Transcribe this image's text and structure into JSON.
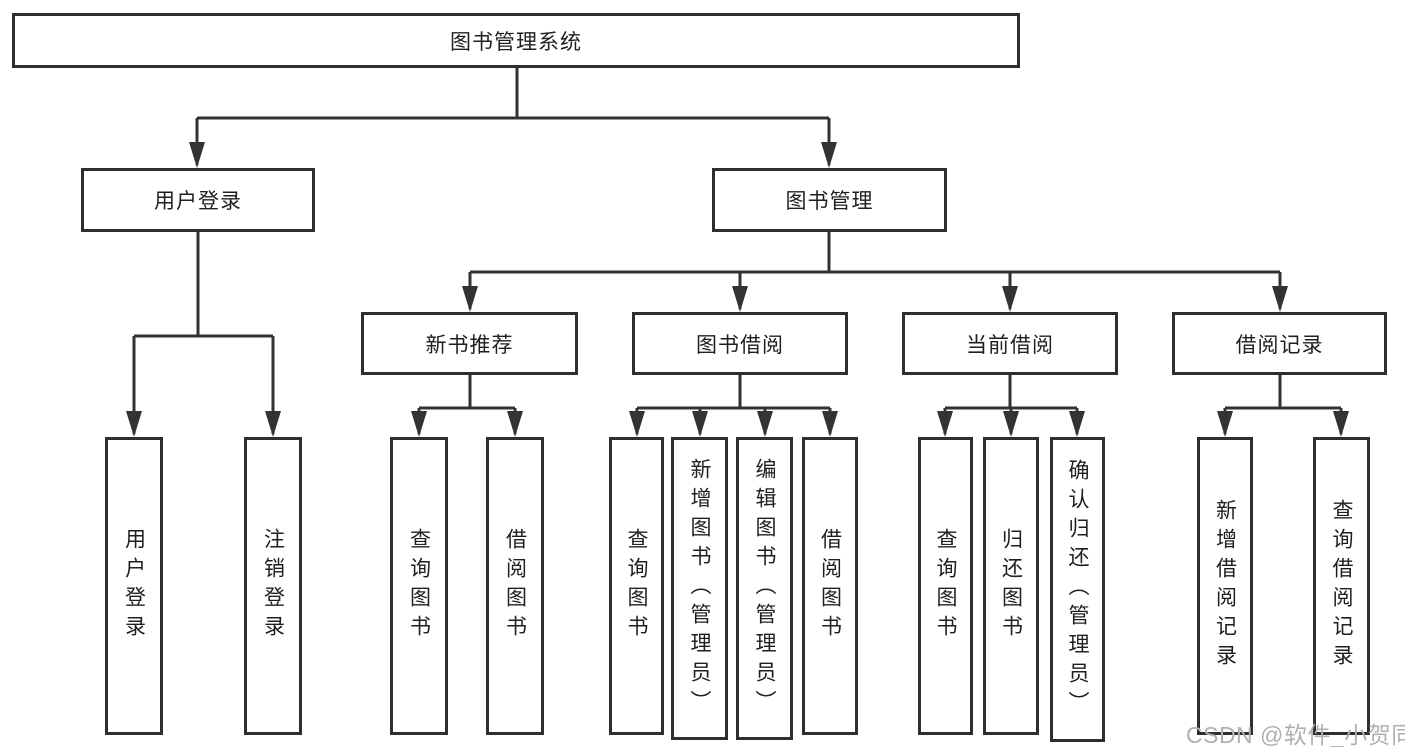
{
  "diagram": {
    "type": "tree",
    "root": "图书管理系统",
    "branches": [
      {
        "label": "用户登录",
        "children": [
          {
            "label": "用户登录"
          },
          {
            "label": "注销登录"
          }
        ]
      },
      {
        "label": "图书管理",
        "children": [
          {
            "label": "新书推荐",
            "children": [
              {
                "label": "查询图书"
              },
              {
                "label": "借阅图书"
              }
            ]
          },
          {
            "label": "图书借阅",
            "children": [
              {
                "label": "查询图书"
              },
              {
                "label": "新增图书（管理员）"
              },
              {
                "label": "编辑图书（管理员）"
              },
              {
                "label": "借阅图书"
              }
            ]
          },
          {
            "label": "当前借阅",
            "children": [
              {
                "label": "查询图书"
              },
              {
                "label": "归还图书"
              },
              {
                "label": "确认归还（管理员）"
              }
            ]
          },
          {
            "label": "借阅记录",
            "children": [
              {
                "label": "新增借阅记录"
              },
              {
                "label": "查询借阅记录"
              }
            ]
          }
        ]
      }
    ]
  },
  "watermark": {
    "text": "CSDN @软件_小贺同学"
  },
  "colors": {
    "line": "#333333",
    "box_border": "#2e2e2e",
    "text": "#1f1f1f",
    "watermark": "#b0b0b0",
    "background": "#ffffff"
  }
}
